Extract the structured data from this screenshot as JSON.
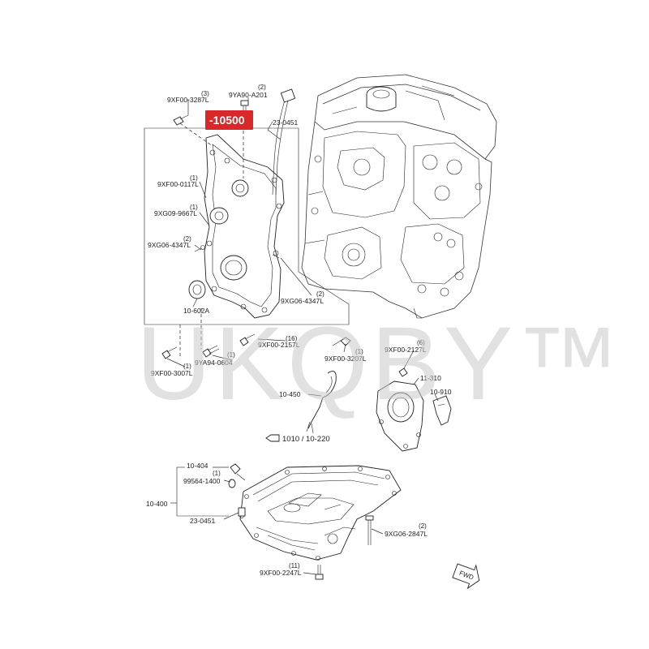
{
  "highlight": {
    "part_number": "-10500",
    "color": "#d8282a"
  },
  "watermark": {
    "text": "UKQBY™"
  },
  "parts": [
    {
      "id": "p1",
      "number": "9XF00-3287L",
      "qty": "(3)"
    },
    {
      "id": "p2",
      "number": "9YA90-A201",
      "qty": "(2)"
    },
    {
      "id": "p3",
      "number": "23-0451",
      "qty": ""
    },
    {
      "id": "p4",
      "number": "9XF00-0117L",
      "qty": "(1)"
    },
    {
      "id": "p5",
      "number": "9XG09-9667L",
      "qty": "(1)"
    },
    {
      "id": "p6",
      "number": "9XG06-4347L",
      "qty": "(2)"
    },
    {
      "id": "p7",
      "number": "10-602A",
      "qty": ""
    },
    {
      "id": "p8",
      "number": "9XG06-4347L",
      "qty": "(2)"
    },
    {
      "id": "p9",
      "number": "9XF00-2157L",
      "qty": "(16)"
    },
    {
      "id": "p10",
      "number": "9XF00-3207L",
      "qty": "(1)"
    },
    {
      "id": "p11",
      "number": "9XF00-3007L",
      "qty": "(1)"
    },
    {
      "id": "p12",
      "number": "9YA94-0604",
      "qty": "(1)"
    },
    {
      "id": "p13",
      "number": "9XF00-2127L",
      "qty": "(6)"
    },
    {
      "id": "p14",
      "number": "11-310",
      "qty": ""
    },
    {
      "id": "p15",
      "number": "10-910",
      "qty": ""
    },
    {
      "id": "p16",
      "number": "10-450",
      "qty": ""
    },
    {
      "id": "p17",
      "number": "10-404",
      "qty": ""
    },
    {
      "id": "p18",
      "number": "99564-1400",
      "qty": "(1)"
    },
    {
      "id": "p19",
      "number": "10-400",
      "qty": ""
    },
    {
      "id": "p20",
      "number": "23-0451",
      "qty": ""
    },
    {
      "id": "p21",
      "number": "9XG06-2847L",
      "qty": "(2)"
    },
    {
      "id": "p22",
      "number": "9XF00-2247L",
      "qty": "(11)"
    }
  ],
  "reference": {
    "text": "1010 / 10-220"
  },
  "direction": {
    "text": "FWD"
  }
}
